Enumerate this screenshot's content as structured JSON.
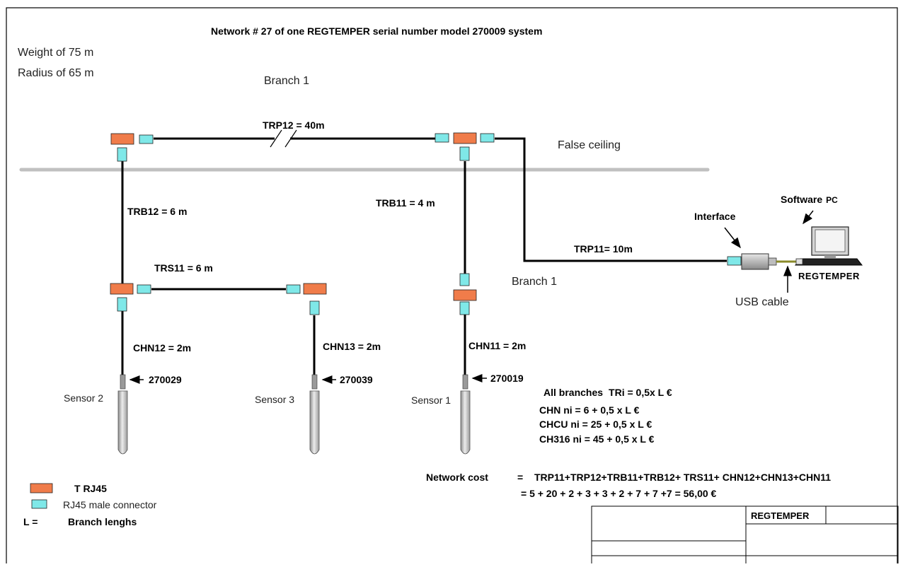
{
  "title": "Network # 27 of one REGTEMPER serial number model 270009 system",
  "info": {
    "weight": "Weight of 75 m",
    "radius": "Radius of 65 m"
  },
  "labels": {
    "branch_top": "Branch 1",
    "branch_mid": "Branch 1",
    "false_ceiling": "False ceiling",
    "interface": "Interface",
    "software": "Software",
    "software_pc": "PC",
    "regtemper": "REGTEMPER",
    "usb_cable": "USB cable"
  },
  "cables": {
    "trp12": "TRP12 = 40m",
    "trb12": "TRB12 = 6 m",
    "trb11": "TRB11 = 4 m",
    "trp11": "TRP11= 10m",
    "trs11": "TRS11 = 6 m",
    "chn12": "CHN12 =  2m",
    "chn13": "CHN13 =  2m",
    "chn11": "CHN11 = 2m"
  },
  "sensors": [
    {
      "name": "Sensor 2",
      "serial": "270029"
    },
    {
      "name": "Sensor 3",
      "serial": "270039"
    },
    {
      "name": "Sensor 1",
      "serial": "270019"
    }
  ],
  "pricing": {
    "all_branches": "All branches",
    "tri_formula": "TRi =   0,5x L  €",
    "chn": "CHN ni = 6 + 0,5 x L €",
    "chcu": "CHCU ni = 25 + 0,5 x L €",
    "ch316": "CH316 ni = 45 + 0,5 x L €"
  },
  "cost": {
    "label": "Network cost",
    "eq": "=",
    "formula": "TRP11+TRP12+TRB11+TRB12+ TRS11+ CHN12+CHN13+CHN11",
    "result": "=  5 + 20 + 2 + 3 + 3 + 2 + 7 + 7 +7 = 56,00 €"
  },
  "legend": {
    "t_rj45": "T    RJ45",
    "male_connector": "RJ45 male connector",
    "l_eq": "L =",
    "branch_lengths": "Branch lenghs"
  },
  "title_block": {
    "name": "REGTEMPER"
  },
  "colors": {
    "tee": "#f07c4a",
    "connector": "#7fe8e8",
    "ceiling": "#c0c0c0",
    "usb": "#8a8a2a"
  }
}
